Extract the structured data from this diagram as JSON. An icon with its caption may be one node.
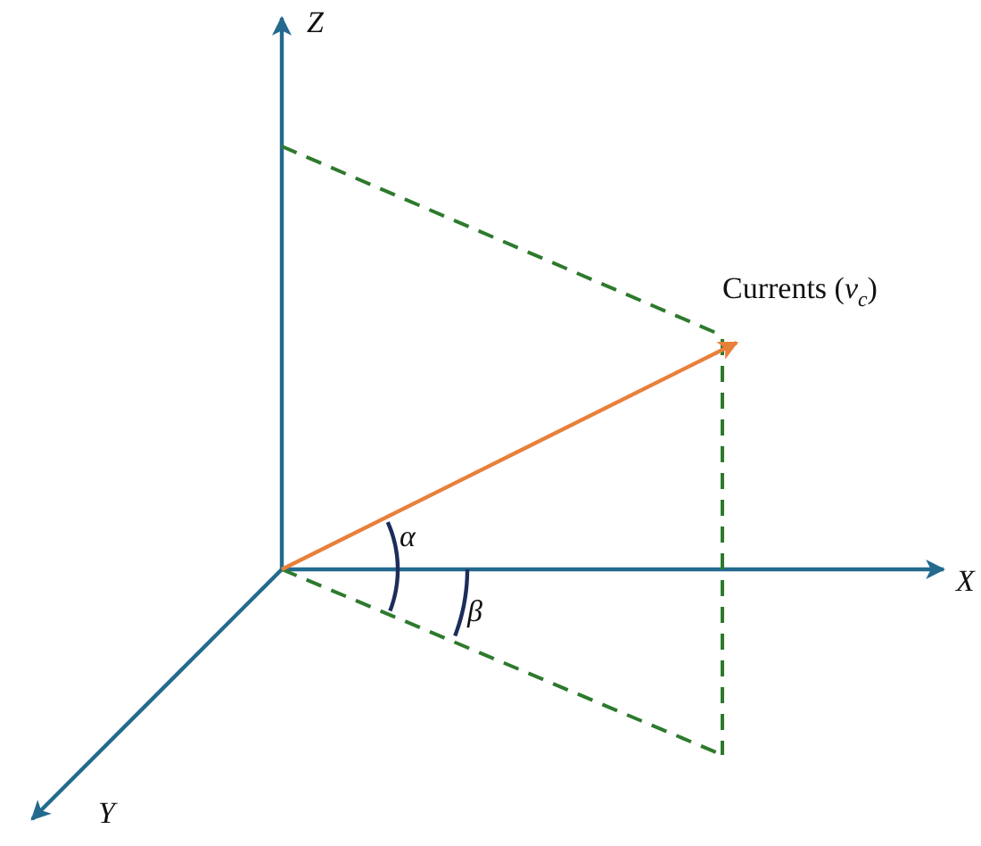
{
  "diagram": {
    "labels": [
      "Z",
      "Currents (*v*$_{c}$)",
      "α",
      "X",
      "β",
      "Y"
    ]
  }
}
